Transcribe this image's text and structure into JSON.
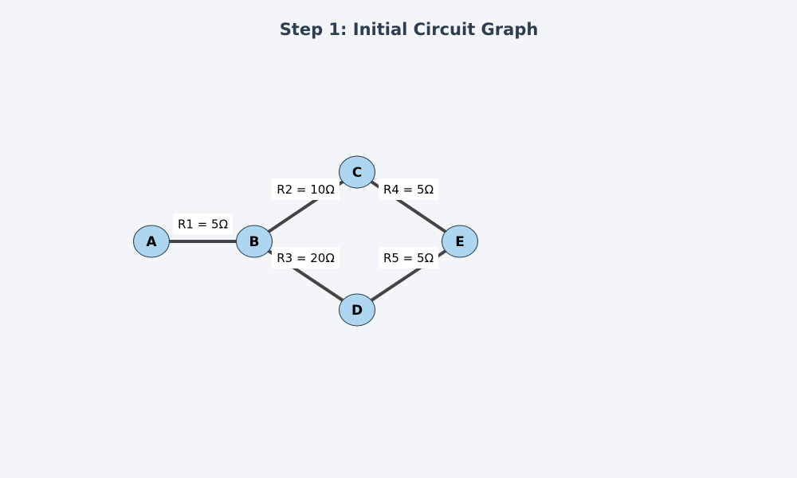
{
  "title": "Step 1: Initial Circuit Graph",
  "colors": {
    "background": "#f3f5f9",
    "node_fill": "#aed6f1",
    "node_stroke": "#2c3e50",
    "edge": "#444444",
    "title": "#2c3e50"
  },
  "nodes": [
    {
      "id": "A",
      "label": "A"
    },
    {
      "id": "B",
      "label": "B"
    },
    {
      "id": "C",
      "label": "C"
    },
    {
      "id": "D",
      "label": "D"
    },
    {
      "id": "E",
      "label": "E"
    }
  ],
  "edges": [
    {
      "id": "R1",
      "from": "A",
      "to": "B",
      "label": "R1 = 5Ω"
    },
    {
      "id": "R2",
      "from": "B",
      "to": "C",
      "label": "R2 = 10Ω"
    },
    {
      "id": "R3",
      "from": "B",
      "to": "D",
      "label": "R3 = 20Ω"
    },
    {
      "id": "R4",
      "from": "C",
      "to": "E",
      "label": "R4 = 5Ω"
    },
    {
      "id": "R5",
      "from": "D",
      "to": "E",
      "label": "R5 = 5Ω"
    }
  ]
}
